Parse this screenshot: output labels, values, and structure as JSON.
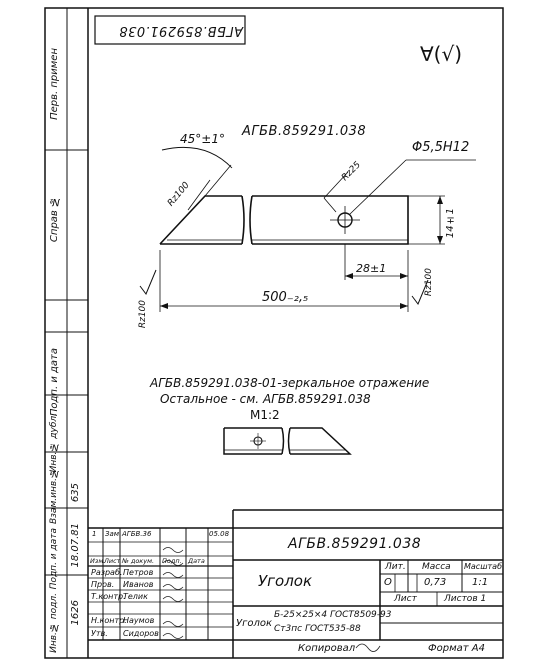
{
  "top_box_code": "АГБВ.859291.038",
  "roughness_mark": "∀(√)",
  "drawing_title_code": "АГБВ.859291.038",
  "dims": {
    "angle": "45°±1°",
    "rz100_left": "Rz100",
    "rz25": "Rz25",
    "hole": "Φ5,5H12",
    "height": "14±1",
    "offset": "28±1",
    "length": "500₋₂,₅",
    "rz100_bottom_left": "Rz100",
    "rz100_bottom_right": "Rz100"
  },
  "mirror_note_1": "АГБВ.859291.038-01-зеркальное отражение",
  "mirror_note_2": "Остальное - см. АГБВ.859291.038",
  "scale_note": "М1:2",
  "left_margin_labels": {
    "perv_primen": "Перв. примен",
    "sprav_no": "Справ №",
    "podp_data_top": "Подп. и дата",
    "inv_dubl": "Инв.№ дубл.",
    "vzam_inv": "Взам.инв.№",
    "podp_data_bottom": "Подп. и дата",
    "inv_podl": "Инв.№ подл.",
    "value_635": "635",
    "value_date": "18.07.81",
    "value_1626": "1626"
  },
  "title_block": {
    "code": "АГБВ.859291.038",
    "name": "Уголок",
    "material_1": "Б-25×25×4 ГОСТ8509-93",
    "material_2": "Ст3пс ГОСТ535-88",
    "material_prefix": "Уголок",
    "lit_header": "Лит.",
    "mass_header": "Масса",
    "scale_header": "Масштаб",
    "lit_value": "О",
    "mass_value": "0,73",
    "scale_value": "1:1",
    "sheet_label": "Лист",
    "sheets_label": "Листов 1",
    "footer_copied": "Копировал",
    "footer_format": "Формат А4",
    "rev_row": [
      "1",
      "Зам.",
      "АГБВ.36",
      "",
      "05.08"
    ],
    "header_row": [
      "Изм.",
      "Лист",
      "№ докум.",
      "Подп.",
      "Дата"
    ],
    "signers": [
      {
        "role": "Разраб.",
        "name": "Петров"
      },
      {
        "role": "Пров.",
        "name": "Иванов"
      },
      {
        "role": "Т.контр.",
        "name": "Телик"
      },
      {
        "role": "",
        "name": ""
      },
      {
        "role": "Н.контр.",
        "name": "Наумов"
      },
      {
        "role": "Утв.",
        "name": "Сидоров"
      }
    ]
  }
}
